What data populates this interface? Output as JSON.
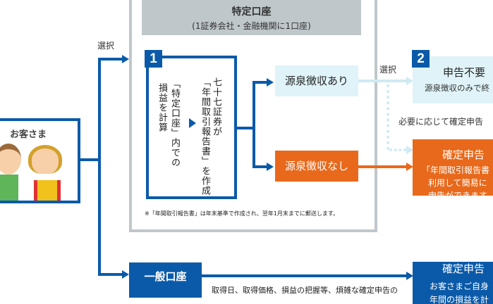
{
  "customer": {
    "label": "お客さま"
  },
  "select_label_1": "選択",
  "tokutei": {
    "title": "特定口座",
    "subtitle": "(1証券会社・金融機関に1口座)",
    "step1": {
      "number": "1",
      "text_a": "損益を計算",
      "text_b": "「特定口座」内での",
      "text_c": "七十七証券が",
      "text_d": "「年間取引報告書」を作成"
    },
    "with_withholding": "源泉徴収あり",
    "without_withholding": "源泉徴収なし",
    "note": "※「年間取引報告書」は年末基準で作成され、翌年1月末までに郵送します。"
  },
  "select_label_2": "選択",
  "step2": {
    "number": "2",
    "title": "申告不要",
    "desc": "源泉徴収のみで終"
  },
  "optional_label": "必要に応じて確定申告",
  "kakutei_orange": {
    "title": "確定申告",
    "lines": [
      "「年間取引報告書",
      "利用して簡易に",
      "申告ができます"
    ]
  },
  "ippan": {
    "label": "一般口座",
    "desc": "取得日、取得価格、損益の把握等、煩雑な確定申告の"
  },
  "kakutei_blue": {
    "title": "確定申告",
    "desc": "お客さまご自身",
    "desc2": "年間の損益を計"
  },
  "colors": {
    "blue": "#0b5aa9",
    "orange": "#e8691b",
    "light_blue": "#dff3f8",
    "gray": "#bfc7cb"
  }
}
